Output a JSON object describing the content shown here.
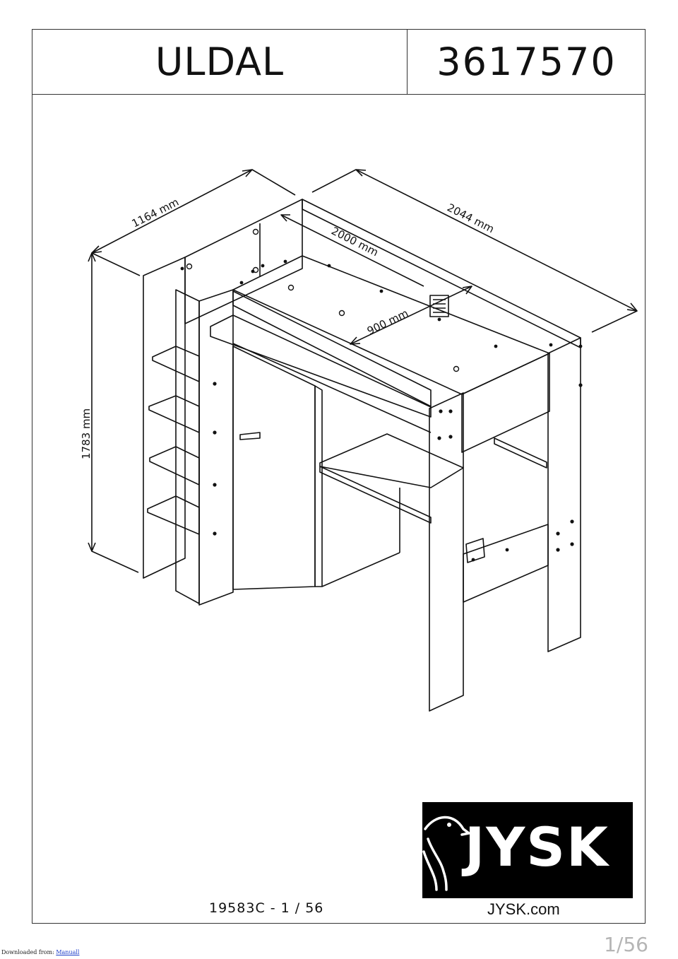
{
  "header": {
    "product_name": "ULDAL",
    "product_number": "3617570"
  },
  "dimensions": {
    "depth": "1164 mm",
    "length": "2044 mm",
    "mattress_length": "2000 mm",
    "mattress_width": "900 mm",
    "height": "1783 mm"
  },
  "footer": {
    "doc_code": "19583C  -  1 / 56",
    "brand": "JYSK",
    "website": "JYSK.com",
    "source_prefix": "Downloaded from:",
    "source_link": "Manuall",
    "page_indicator": "1/56"
  },
  "colors": {
    "line": "#111111",
    "logo_bg": "#000000",
    "logo_fg": "#ffffff",
    "pager": "#b5b5b5",
    "link": "#1a3cc8"
  }
}
